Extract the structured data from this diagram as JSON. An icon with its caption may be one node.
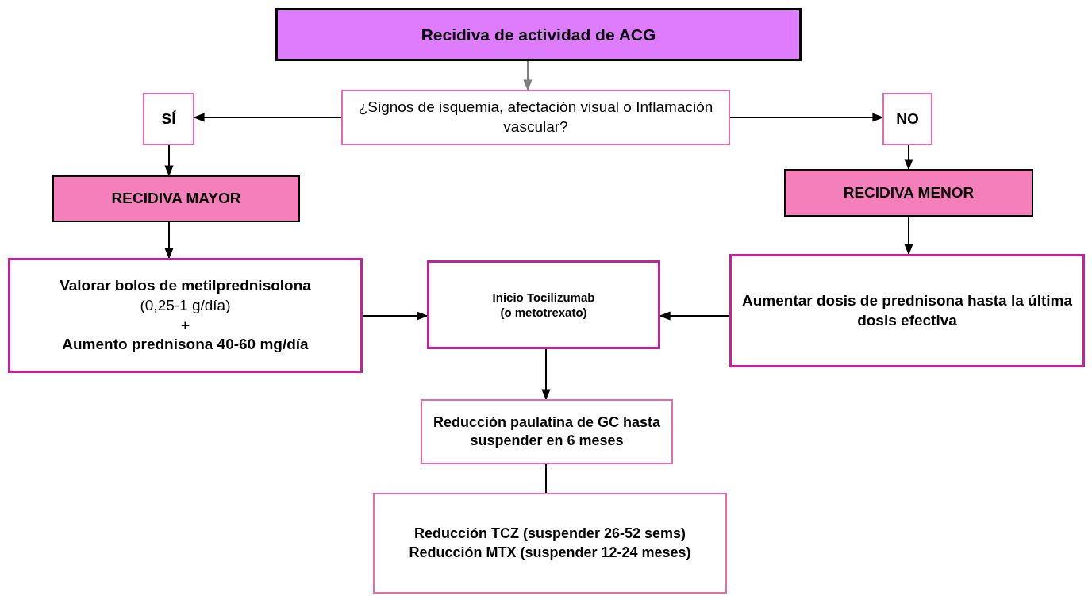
{
  "diagram": {
    "nodes": [
      {
        "text": [
          "Recidiva de actividad de ACG"
        ]
      },
      {
        "text": [
          "¿Signos de isquemia, afectación visual o Inflamación vascular?"
        ]
      },
      {
        "text": [
          "SÍ"
        ]
      },
      {
        "text": [
          "NO"
        ]
      },
      {
        "text": [
          "RECIDIVA MAYOR"
        ]
      },
      {
        "text": [
          "RECIDIVA MENOR"
        ]
      },
      {
        "text": [
          "**Valorar bolos de metilprednisolona**",
          "(0,25-1 g/día)",
          "**+**",
          "**Aumento prednisona 40-60 mg/día**"
        ]
      },
      {
        "text": [
          "Inicio Tocilizumab",
          "(o metotrexato)"
        ]
      },
      {
        "text": [
          "Aumentar dosis de prednisona hasta la última dosis efectiva"
        ]
      },
      {
        "text": [
          "Reducción paulatina de GC hasta suspender en 6 meses"
        ]
      },
      {
        "text": [
          "Reducción TCZ (suspender 26-52 sems)",
          "Reducción MTX (suspender 12-24 meses)"
        ]
      }
    ],
    "edges": [
      {
        "from": 0,
        "to": 1,
        "arrow": "to",
        "color": "#808080"
      },
      {
        "from": 1,
        "to": 2,
        "arrow": "to"
      },
      {
        "from": 1,
        "to": 3,
        "arrow": "to"
      },
      {
        "from": 2,
        "to": 4,
        "arrow": "to"
      },
      {
        "from": 3,
        "to": 5,
        "arrow": "to"
      },
      {
        "from": 4,
        "to": 6,
        "arrow": "to"
      },
      {
        "from": 5,
        "to": 8,
        "arrow": "to"
      },
      {
        "from": 6,
        "to": 7,
        "arrow": "to"
      },
      {
        "from": 8,
        "to": 7,
        "arrow": "to"
      },
      {
        "from": 7,
        "to": 9,
        "arrow": "to"
      },
      {
        "from": 9,
        "to": 10,
        "arrow": "none"
      }
    ]
  }
}
